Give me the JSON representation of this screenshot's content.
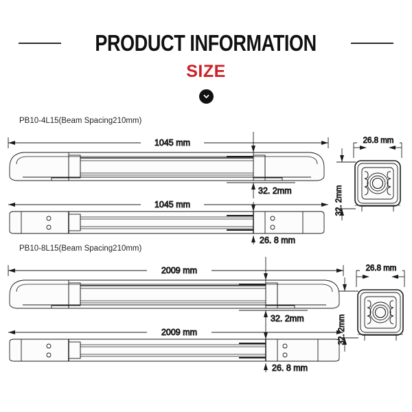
{
  "header": {
    "title": "PRODUCT INFORMATION",
    "subtitle": "SIZE",
    "chevron_icon": "chevron-down-icon",
    "accent_color": "#cc2026",
    "title_color": "#101010"
  },
  "products": [
    {
      "label": "PB10-4L15(Beam Spacing210mm)",
      "length": "1045 mm",
      "height_dim": "32. 2mm",
      "width_dim": "26. 8 mm",
      "section": {
        "width": "26.8 mm",
        "height": "32. 2mm"
      }
    },
    {
      "label": "PB10-8L15(Beam Spacing210mm)",
      "length": "2009 mm",
      "height_dim": "32. 2mm",
      "width_dim": "26. 8 mm",
      "section": {
        "width": "26.8 mm",
        "height": "32. 2mm"
      }
    }
  ]
}
